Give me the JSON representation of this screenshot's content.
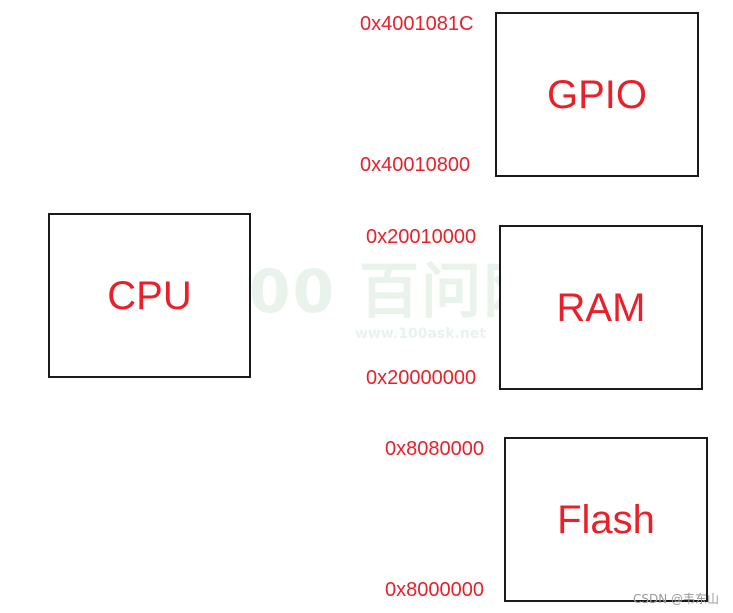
{
  "watermark": {
    "main": "100 百问网",
    "url": "www.100ask.net"
  },
  "cpu": {
    "label": "CPU"
  },
  "gpio": {
    "label": "GPIO",
    "addr_top": "0x4001081C",
    "addr_bottom": "0x40010800"
  },
  "ram": {
    "label": "RAM",
    "addr_top": "0x20010000",
    "addr_bottom": "0x20000000"
  },
  "flash": {
    "label": "Flash",
    "addr_top": "0x8080000",
    "addr_bottom": "0x8000000"
  },
  "credit": "CSDN @韦东山",
  "colors": {
    "label": "#e8202a",
    "border": "#1a1a1a",
    "watermark": "#e9f3ec"
  }
}
